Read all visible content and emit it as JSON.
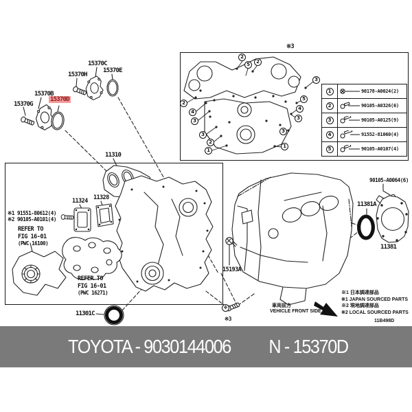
{
  "colors": {
    "highlight_bg": "#f59c9c",
    "highlight_text": "#8b1a1a",
    "bar_bg": "#7a7a7a",
    "line": "#222222"
  },
  "top_parts": {
    "p15370G": "15370G",
    "p15370B": "15370B",
    "p15370D": "15370D",
    "p15370H": "15370H",
    "p15370C": "15370C",
    "p15370E": "15370E"
  },
  "inset": {
    "note": "※3",
    "callouts": [
      "2",
      "2",
      "5",
      "2",
      "4",
      "3",
      "3",
      "2",
      "1",
      "3",
      "5",
      "4",
      "3",
      "3",
      "1"
    ]
  },
  "legend": {
    "rows": [
      {
        "num": "1",
        "part": "90178-A0024(2)"
      },
      {
        "num": "2",
        "part": "90105-A0326(6)"
      },
      {
        "num": "3",
        "part": "90105-A0125(9)"
      },
      {
        "num": "4",
        "part": "91552-81060(4)"
      },
      {
        "num": "5",
        "part": "90105-A0107(4)"
      }
    ]
  },
  "main_box": {
    "p11310": "11310",
    "p11324": "11324",
    "p11328": "11328",
    "note1": "※1 91551-80612(4)",
    "note2": "※2 90105-A0101(4)",
    "refer1": {
      "l1": "REFER TO",
      "l2": "FIG 16-01",
      "l3": "(PWC 16100)"
    },
    "refer2": {
      "l1": "REFER TO",
      "l2": "FIG 16-01",
      "l3": "(PWC 16271)"
    },
    "p11301C": "11301C"
  },
  "right_side": {
    "p15193A": "15193A",
    "bolt_part": "90105-A0064(6)",
    "p11381A": "11381A",
    "p11381": "11381",
    "note3": "※3",
    "note3_symbol": "※"
  },
  "footer_note": {
    "front_jp": "車両前方",
    "front_en": "VEHICLE FRONT SIDE",
    "src1_jp": "※1 日本調達部品",
    "src1_en": "※1 JAPAN SOURCED PARTS",
    "src2_jp": "※2 現地調達部品",
    "src2_en": "※2 LOCAL SOURCED PARTS",
    "code": "11B498D"
  },
  "footer_bar": {
    "left": "TOYOTA - 9030144006",
    "right": "N - 15370D"
  }
}
